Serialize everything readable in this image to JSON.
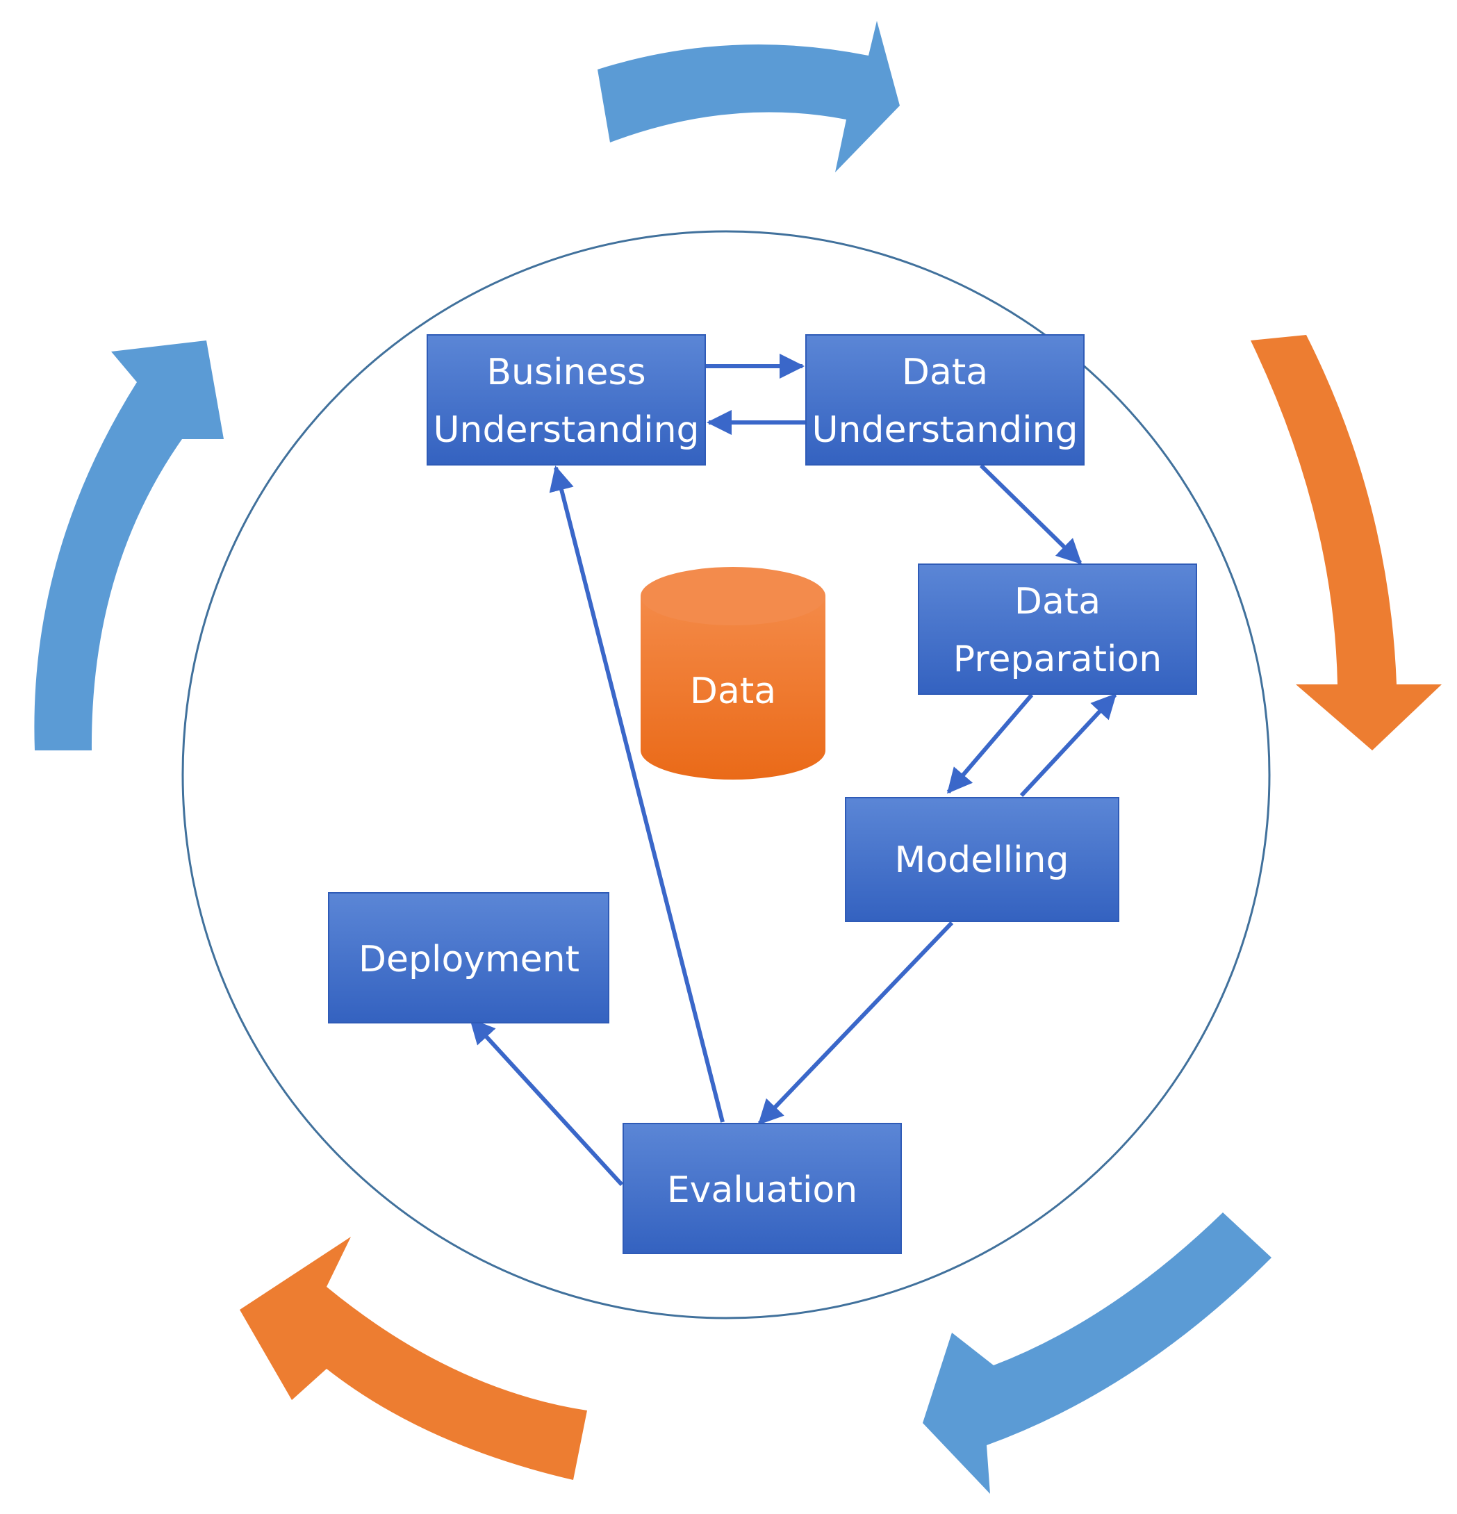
{
  "colors": {
    "box_top": "#5b86d6",
    "box_bottom": "#3462c0",
    "box_border": "#2f5bb7",
    "connector": "#3a67c9",
    "circle": "#41719c",
    "cycle_blue": "#5b9bd5",
    "cycle_orange": "#ed7d31",
    "data_orange": "#ef7b2e"
  },
  "phases": {
    "business_understanding": {
      "lines": [
        "Business",
        "Understanding"
      ]
    },
    "data_understanding": {
      "lines": [
        "Data",
        "Understanding"
      ]
    },
    "data_preparation": {
      "lines": [
        "Data",
        "Preparation"
      ]
    },
    "modelling": {
      "lines": [
        "Modelling"
      ]
    },
    "evaluation": {
      "lines": [
        "Evaluation"
      ]
    },
    "deployment": {
      "lines": [
        "Deployment"
      ]
    }
  },
  "data_store": {
    "label": "Data"
  }
}
